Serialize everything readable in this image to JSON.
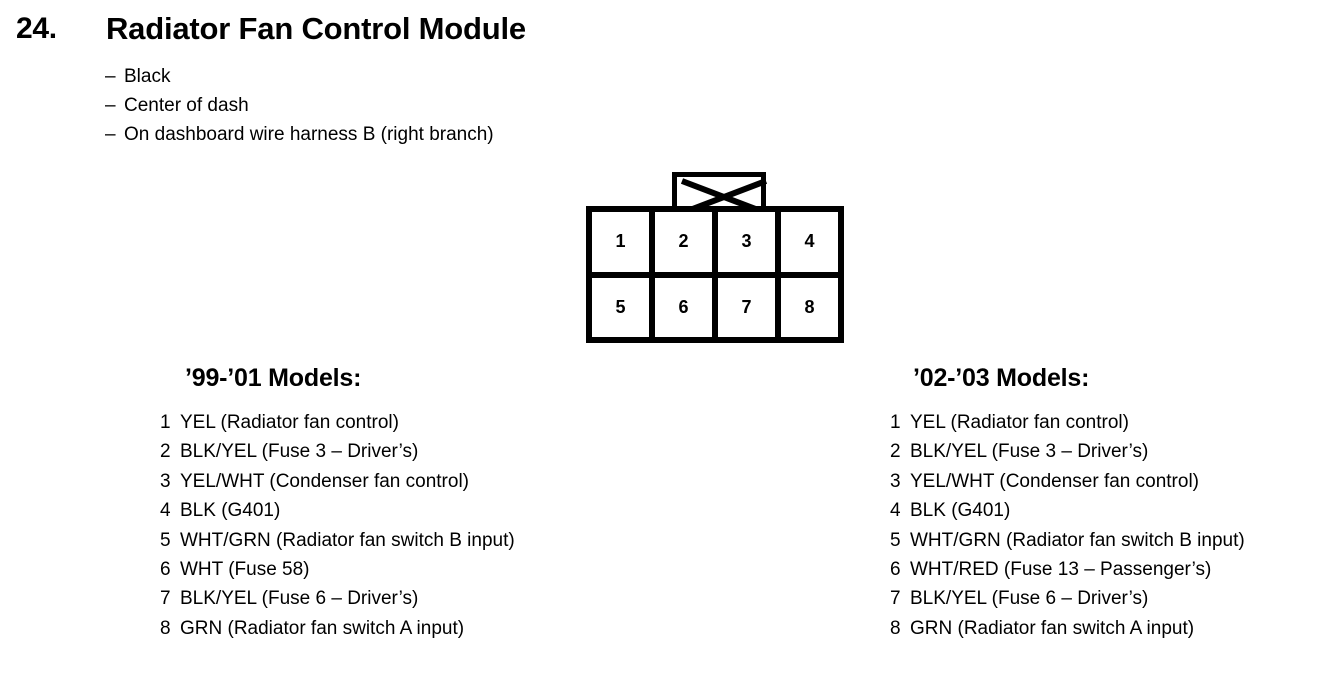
{
  "header": {
    "number": "24.",
    "title": "Radiator Fan Control Module",
    "dash": "–",
    "notes": [
      "Black",
      "Center of dash",
      "On dashboard wire harness B (right branch)"
    ]
  },
  "connector": {
    "tab_icon": "x-cross-icon",
    "rows": [
      [
        "1",
        "2",
        "3",
        "4"
      ],
      [
        "5",
        "6",
        "7",
        "8"
      ]
    ]
  },
  "columns": [
    {
      "heading": "’99-’01 Models:",
      "pins": [
        {
          "index": "1",
          "desc": "YEL (Radiator fan control)"
        },
        {
          "index": "2",
          "desc": "BLK/YEL (Fuse 3 – Driver’s)"
        },
        {
          "index": "3",
          "desc": "YEL/WHT (Condenser fan control)"
        },
        {
          "index": "4",
          "desc": "BLK (G401)"
        },
        {
          "index": "5",
          "desc": "WHT/GRN (Radiator fan switch B input)"
        },
        {
          "index": "6",
          "desc": "WHT (Fuse 58)"
        },
        {
          "index": "7",
          "desc": "BLK/YEL (Fuse 6 – Driver’s)"
        },
        {
          "index": "8",
          "desc": "GRN (Radiator fan switch A input)"
        }
      ]
    },
    {
      "heading": "’02-’03 Models:",
      "pins": [
        {
          "index": "1",
          "desc": "YEL (Radiator fan control)"
        },
        {
          "index": "2",
          "desc": "BLK/YEL (Fuse 3 – Driver’s)"
        },
        {
          "index": "3",
          "desc": "YEL/WHT (Condenser fan control)"
        },
        {
          "index": "4",
          "desc": "BLK (G401)"
        },
        {
          "index": "5",
          "desc": "WHT/GRN (Radiator fan switch B input)"
        },
        {
          "index": "6",
          "desc": "WHT/RED (Fuse 13 – Passenger’s)"
        },
        {
          "index": "7",
          "desc": "BLK/YEL (Fuse 6 – Driver’s)"
        },
        {
          "index": "8",
          "desc": "GRN (Radiator fan switch A input)"
        }
      ]
    }
  ],
  "colors": {
    "ink": "#000000",
    "paper": "#ffffff"
  }
}
